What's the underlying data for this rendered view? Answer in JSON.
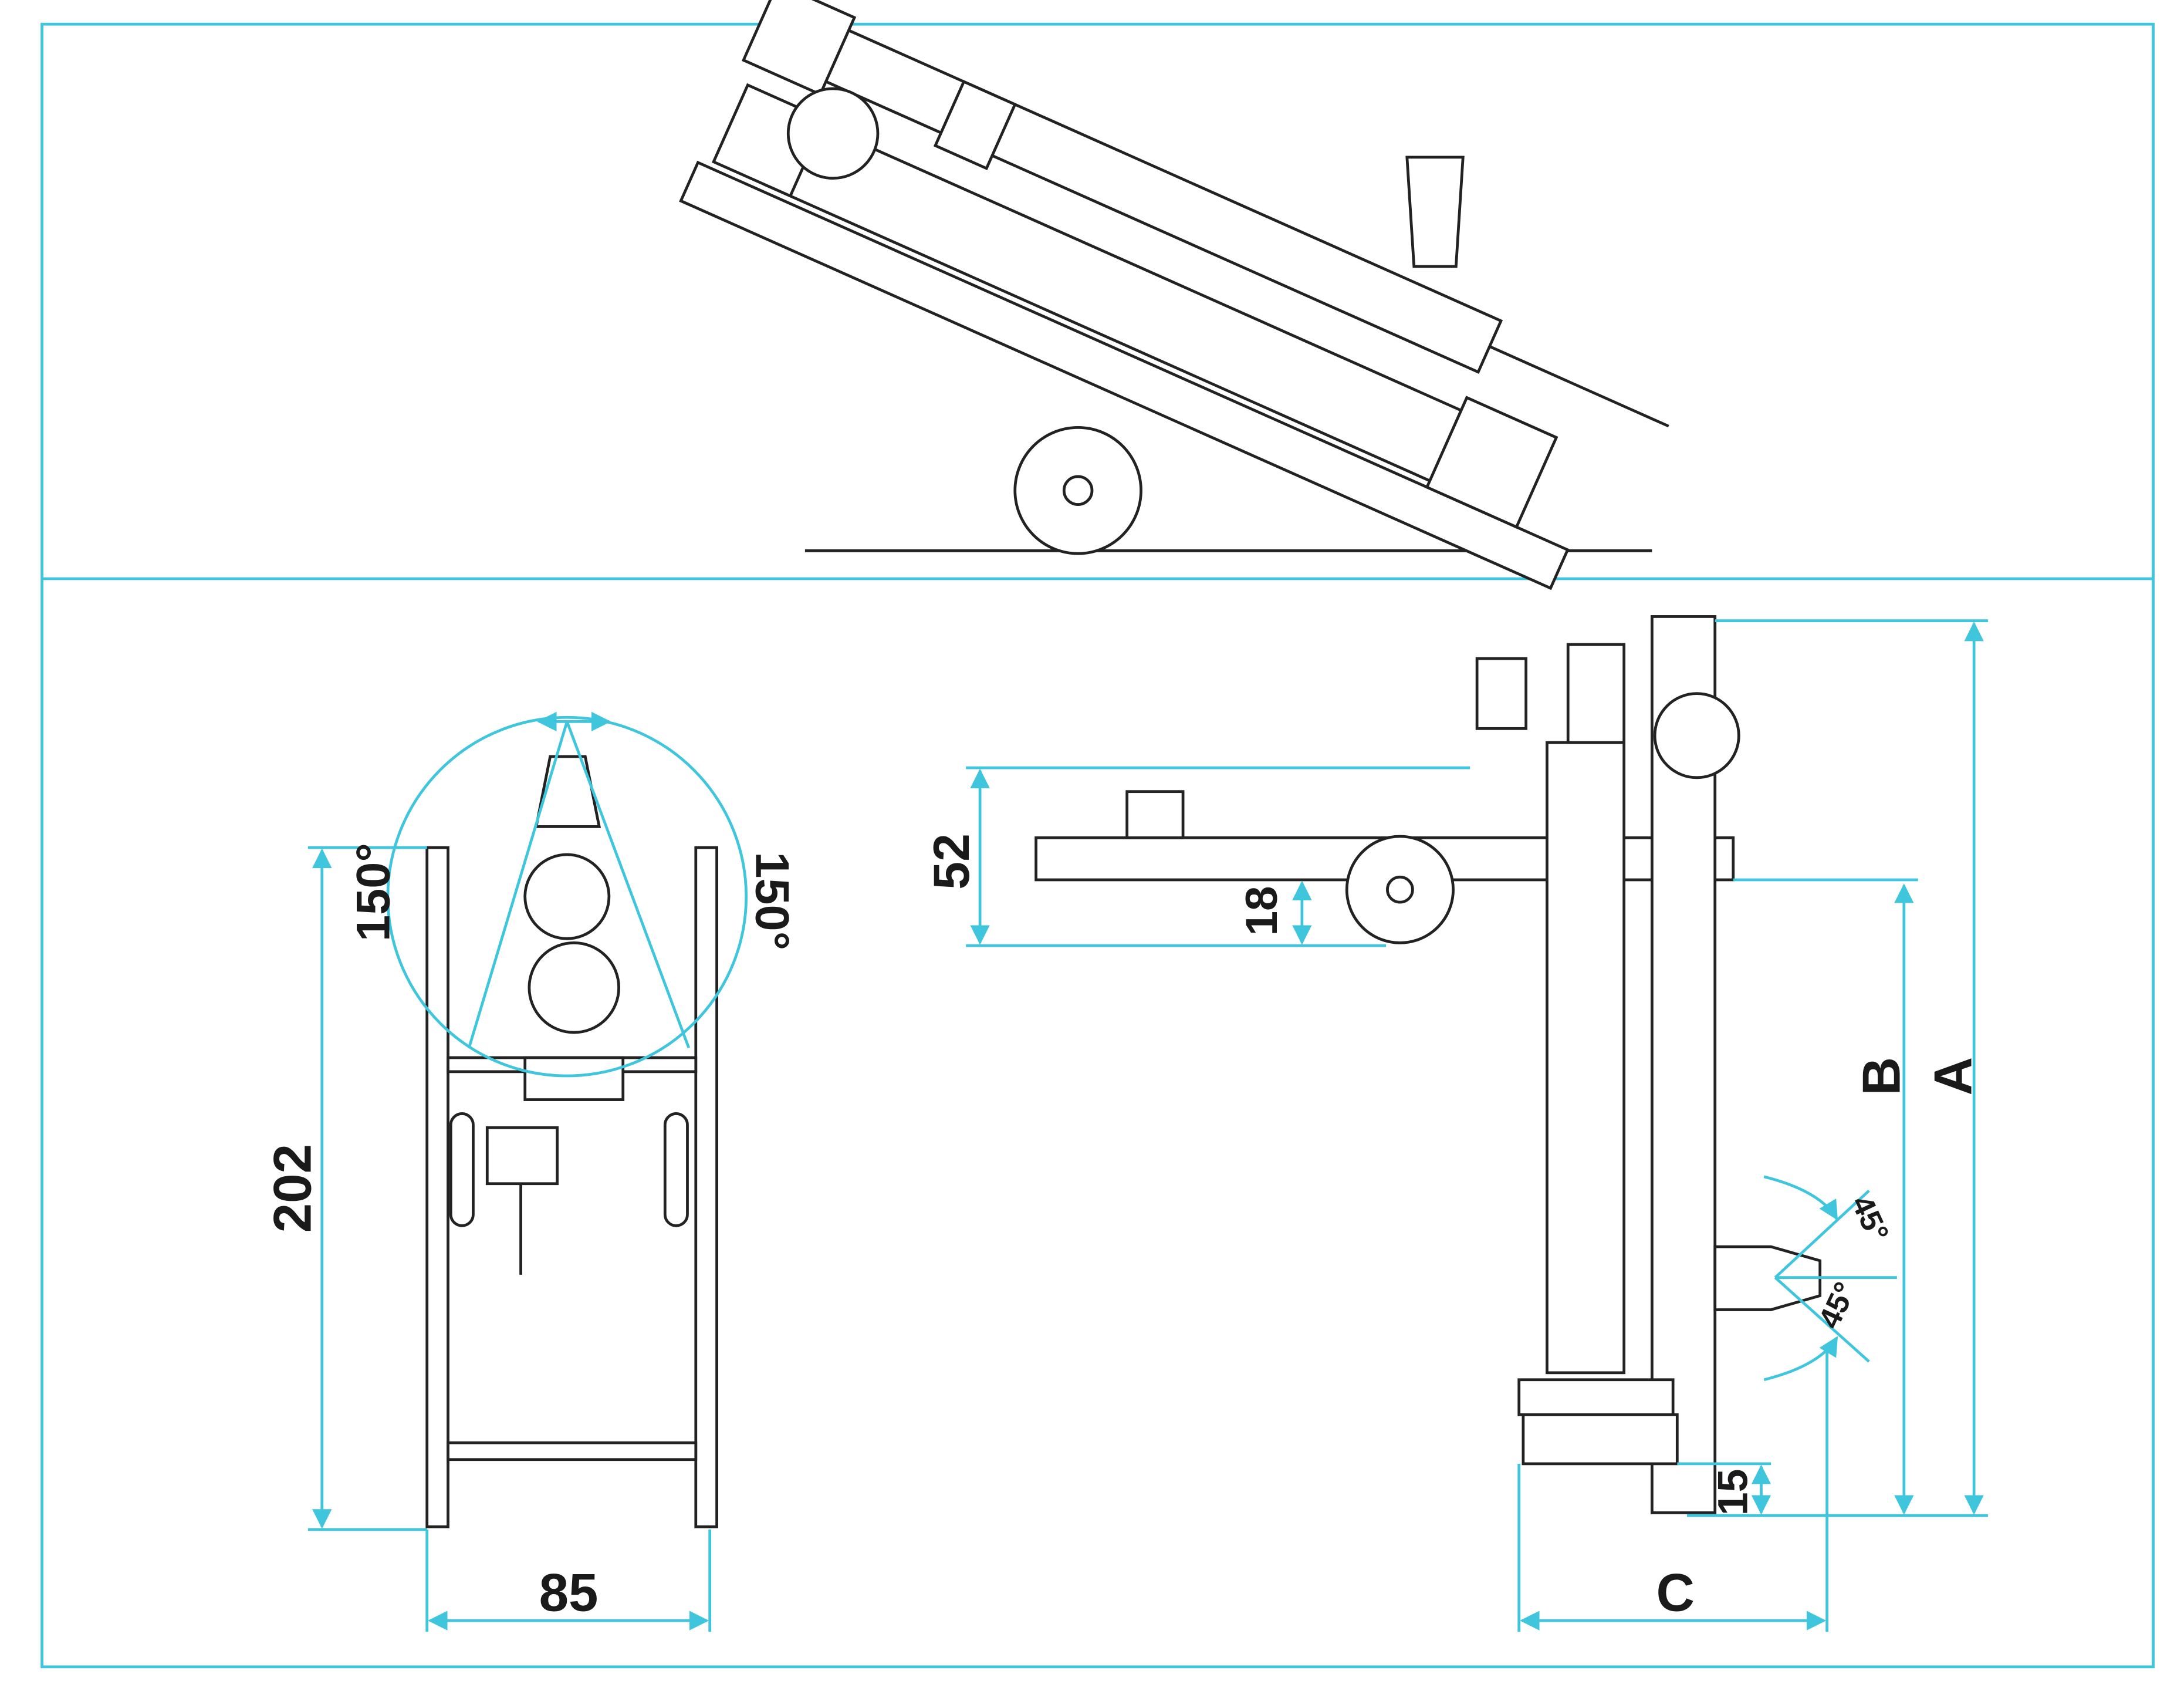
{
  "colors": {
    "dimension_lines": "#3fc6dc",
    "drawing": "#222222",
    "background": "#ffffff"
  },
  "front_view": {
    "angle_left": "150°",
    "angle_right": "150°",
    "height": "202",
    "width": "85"
  },
  "side_view": {
    "dim_52": "52",
    "dim_18": "18",
    "dim_A": "A",
    "dim_B": "B",
    "dim_C": "C",
    "dim_15": "15",
    "angle_up": "45°",
    "angle_down": "45°"
  }
}
